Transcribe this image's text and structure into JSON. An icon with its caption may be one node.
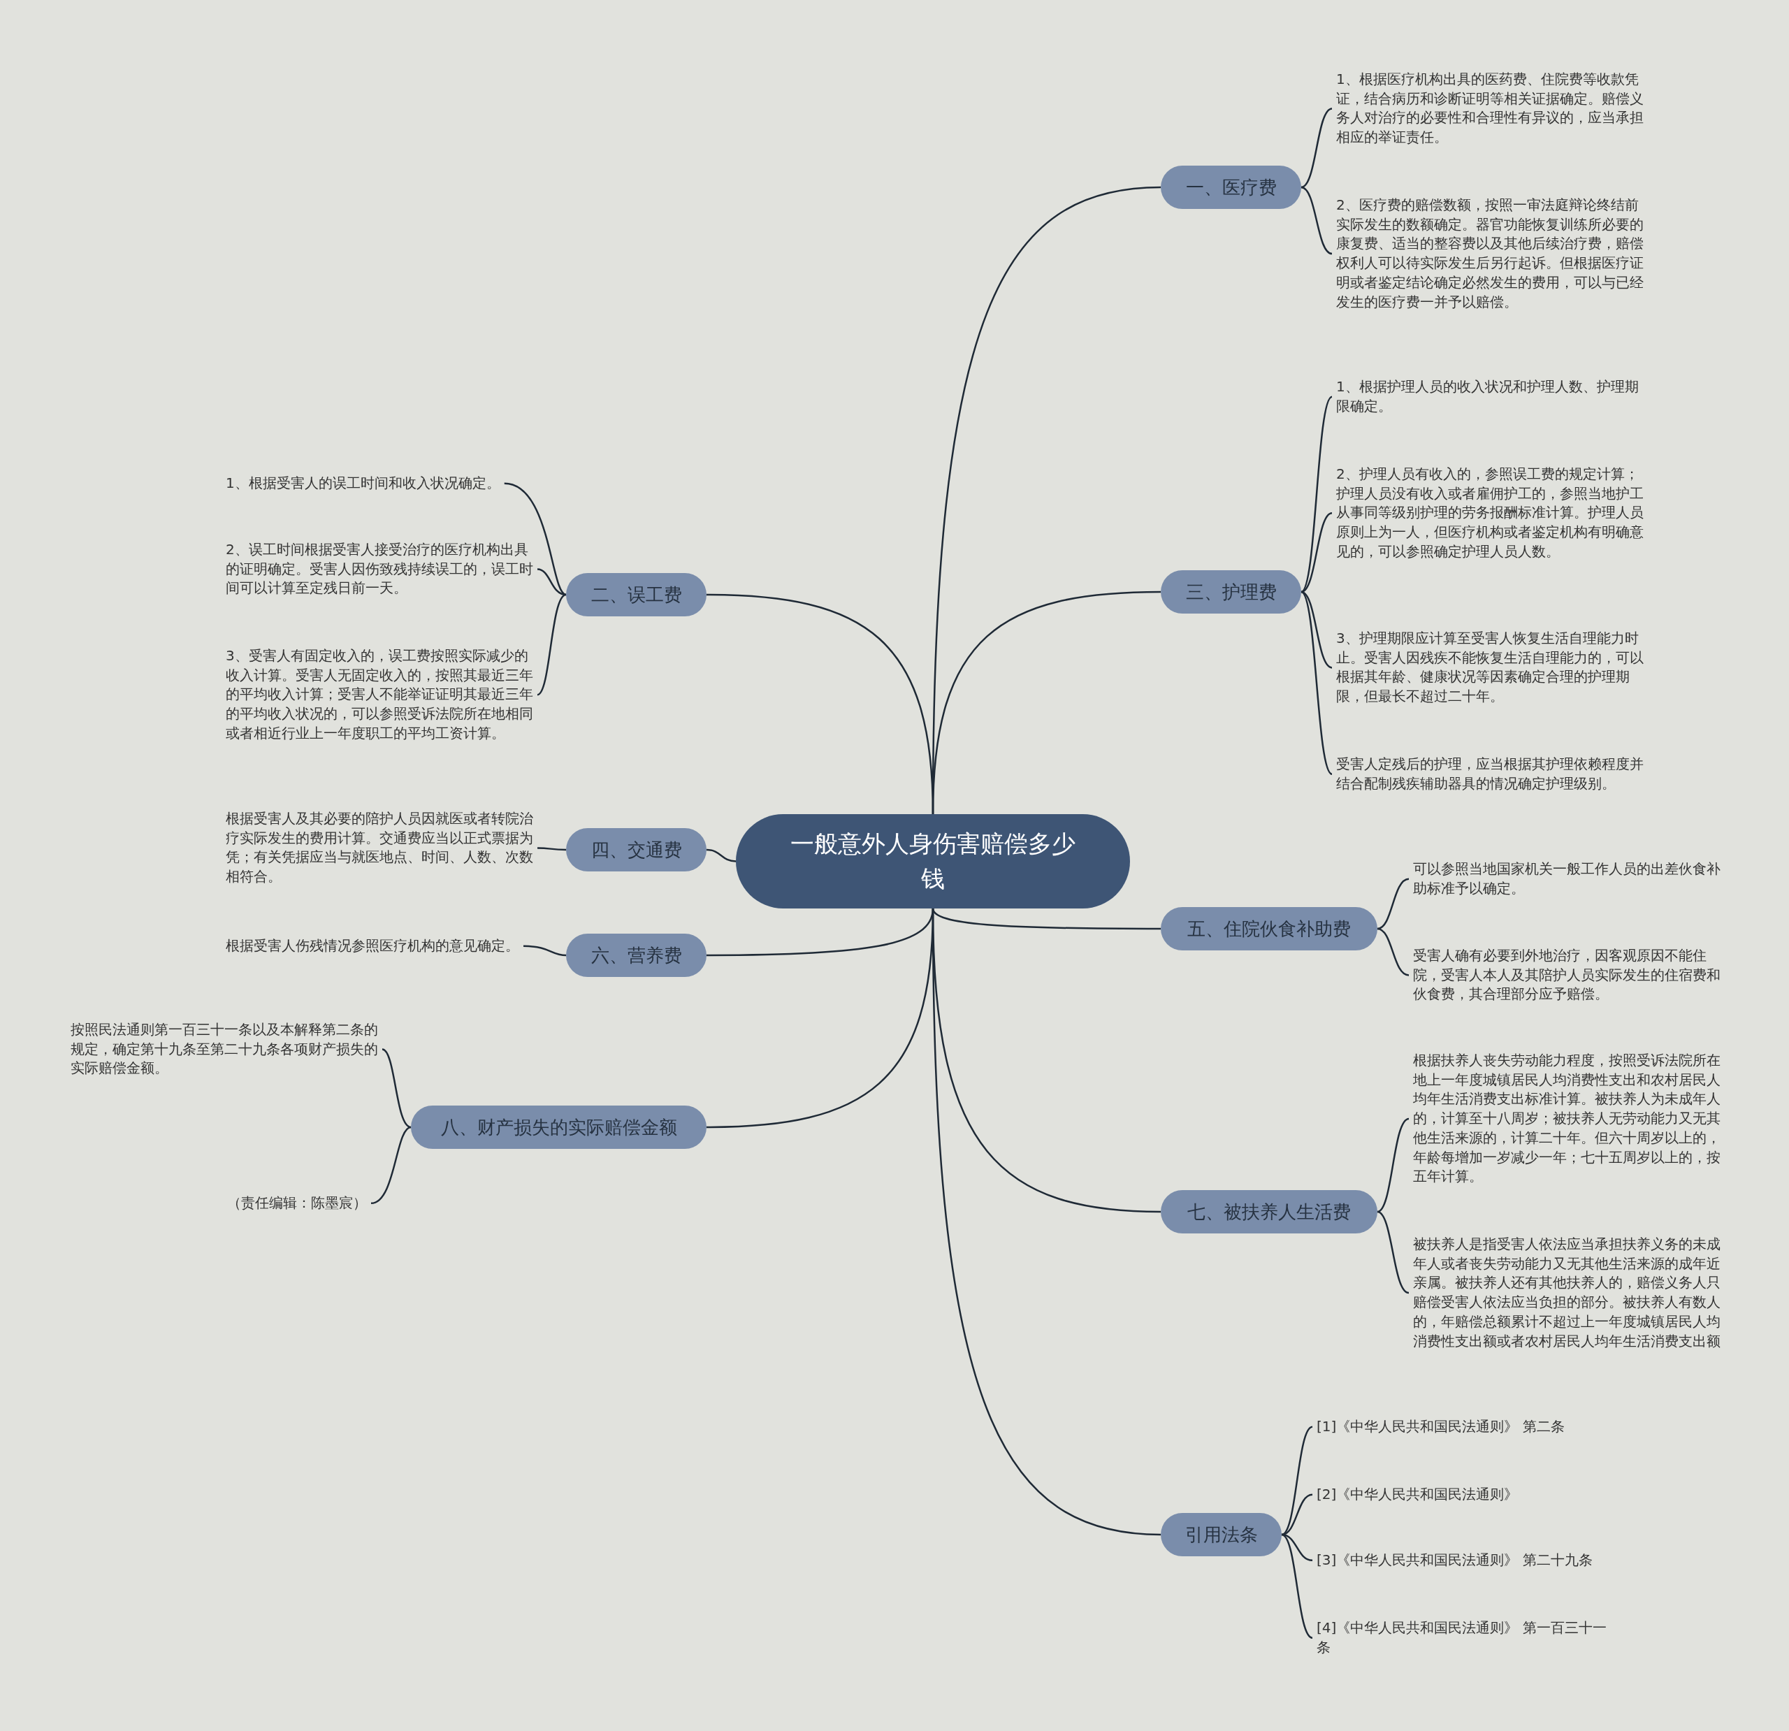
{
  "diagram": {
    "nodes": [
      {
        "text": [
          "一般意外人身伤害赔偿多少钱"
        ]
      },
      {
        "text": [
          "一、医疗费"
        ]
      },
      {
        "text": [
          "1、根据医疗机构出具的医药费、住院费等收款凭证，结合病历和诊断证明等相关证据确定。赔偿义务人对治疗的必要性和合理性有异议的，应当承担相应的举证责任。"
        ]
      },
      {
        "text": [
          "2、医疗费的赔偿数额，按照一审法庭辩论终结前实际发生的数额确定。器官功能恢复训练所必要的康复费、适当的整容费以及其他后续治疗费，赔偿权利人可以待实际发生后另行起诉。但根据医疗证明或者鉴定结论确定必然发生的费用，可以与已经发生的医疗费一并予以赔偿。"
        ]
      },
      {
        "text": [
          "二、误工费"
        ]
      },
      {
        "text": [
          "1、根据受害人的误工时间和收入状况确定。"
        ]
      },
      {
        "text": [
          "2、误工时间根据受害人接受治疗的医疗机构出具的证明确定。受害人因伤致残持续误工的，误工时间可以计算至定残日前一天。"
        ]
      },
      {
        "text": [
          "3、受害人有固定收入的，误工费按照实际减少的收入计算。受害人无固定收入的，按照其最近三年的平均收入计算；受害人不能举证证明其最近三年的平均收入状况的，可以参照受诉法院所在地相同或者相近行业上一年度职工的平均工资计算。"
        ]
      },
      {
        "text": [
          "三、护理费"
        ]
      },
      {
        "text": [
          "1、根据护理人员的收入状况和护理人数、护理期限确定。"
        ]
      },
      {
        "text": [
          "2、护理人员有收入的，参照误工费的规定计算；护理人员没有收入或者雇佣护工的，参照当地护工从事同等级别护理的劳务报酬标准计算。护理人员原则上为一人，但医疗机构或者鉴定机构有明确意见的，可以参照确定护理人员人数。"
        ]
      },
      {
        "text": [
          "3、护理期限应计算至受害人恢复生活自理能力时止。受害人因残疾不能恢复生活自理能力的，可以根据其年龄、健康状况等因素确定合理的护理期限，但最长不超过二十年。"
        ]
      },
      {
        "text": [
          "受害人定残后的护理，应当根据其护理依赖程度并结合配制残疾辅助器具的情况确定护理级别。"
        ]
      },
      {
        "text": [
          "四、交通费"
        ]
      },
      {
        "text": [
          "根据受害人及其必要的陪护人员因就医或者转院治疗实际发生的费用计算。交通费应当以正式票据为凭；有关凭据应当与就医地点、时间、人数、次数相符合。"
        ]
      },
      {
        "text": [
          "五、住院伙食补助费"
        ]
      },
      {
        "text": [
          "可以参照当地国家机关一般工作人员的出差伙食补助标准予以确定。"
        ]
      },
      {
        "text": [
          "受害人确有必要到外地治疗，因客观原因不能住院，受害人本人及其陪护人员实际发生的住宿费和伙食费，其合理部分应予赔偿。"
        ]
      },
      {
        "text": [
          "六、营养费"
        ]
      },
      {
        "text": [
          "根据受害人伤残情况参照医疗机构的意见确定。"
        ]
      },
      {
        "text": [
          "七、被扶养人生活费"
        ]
      },
      {
        "text": [
          "根据扶养人丧失劳动能力程度，按照受诉法院所在地上一年度城镇居民人均消费性支出和农村居民人均年生活消费支出标准计算。被扶养人为未成年人的，计算至十八周岁；被扶养人无劳动能力又无其他生活来源的，计算二十年。但六十周岁以上的，年龄每增加一岁减少一年；七十五周岁以上的，按五年计算。"
        ]
      },
      {
        "text": [
          "被扶养人是指受害人依法应当承担扶养义务的未成年人或者丧失劳动能力又无其他生活来源的成年近亲属。被扶养人还有其他扶养人的，赔偿义务人只赔偿受害人依法应当负担的部分。被扶养人有数人的，年赔偿总额累计不超过上一年度城镇居民人均消费性支出额或者农村居民人均年生活消费支出额"
        ]
      },
      {
        "text": [
          "八、财产损失的实际赔偿金额"
        ]
      },
      {
        "text": [
          "按照民法通则第一百三十一条以及本解释第二条的规定，确定第十九条至第二十九条各项财产损失的实际赔偿金额。"
        ]
      },
      {
        "text": [
          "（责任编辑：陈墨宸）"
        ]
      },
      {
        "text": [
          "引用法条"
        ]
      },
      {
        "text": [
          "[1]《中华人民共和国民法通则》 第二条"
        ]
      },
      {
        "text": [
          "[2]《中华人民共和国民法通则》"
        ]
      },
      {
        "text": [
          "[3]《中华人民共和国民法通则》 第二十九条"
        ]
      },
      {
        "text": [
          "[4]《中华人民共和国民法通则》 第一百三十一条"
        ]
      }
    ],
    "edges": [
      {
        "from": 0,
        "to": 1,
        "arrow": "none"
      },
      {
        "from": 0,
        "to": 4,
        "arrow": "none"
      },
      {
        "from": 0,
        "to": 8,
        "arrow": "none"
      },
      {
        "from": 0,
        "to": 13,
        "arrow": "none"
      },
      {
        "from": 0,
        "to": 15,
        "arrow": "none"
      },
      {
        "from": 0,
        "to": 18,
        "arrow": "none"
      },
      {
        "from": 0,
        "to": 20,
        "arrow": "none"
      },
      {
        "from": 0,
        "to": 23,
        "arrow": "none"
      },
      {
        "from": 0,
        "to": 26,
        "arrow": "none"
      },
      {
        "from": 1,
        "to": 2,
        "arrow": "none"
      },
      {
        "from": 1,
        "to": 3,
        "arrow": "none"
      },
      {
        "from": 4,
        "to": 5,
        "arrow": "none"
      },
      {
        "from": 4,
        "to": 6,
        "arrow": "none"
      },
      {
        "from": 4,
        "to": 7,
        "arrow": "none"
      },
      {
        "from": 8,
        "to": 9,
        "arrow": "none"
      },
      {
        "from": 8,
        "to": 10,
        "arrow": "none"
      },
      {
        "from": 8,
        "to": 11,
        "arrow": "none"
      },
      {
        "from": 8,
        "to": 12,
        "arrow": "none"
      },
      {
        "from": 13,
        "to": 14,
        "arrow": "none"
      },
      {
        "from": 15,
        "to": 16,
        "arrow": "none"
      },
      {
        "from": 15,
        "to": 17,
        "arrow": "none"
      },
      {
        "from": 18,
        "to": 19,
        "arrow": "none"
      },
      {
        "from": 20,
        "to": 21,
        "arrow": "none"
      },
      {
        "from": 20,
        "to": 22,
        "arrow": "none"
      },
      {
        "from": 23,
        "to": 24,
        "arrow": "none"
      },
      {
        "from": 23,
        "to": 25,
        "arrow": "none"
      },
      {
        "from": 26,
        "to": 27,
        "arrow": "none"
      },
      {
        "from": 26,
        "to": 28,
        "arrow": "none"
      },
      {
        "from": 26,
        "to": 29,
        "arrow": "none"
      },
      {
        "from": 26,
        "to": 30,
        "arrow": "none"
      }
    ]
  }
}
